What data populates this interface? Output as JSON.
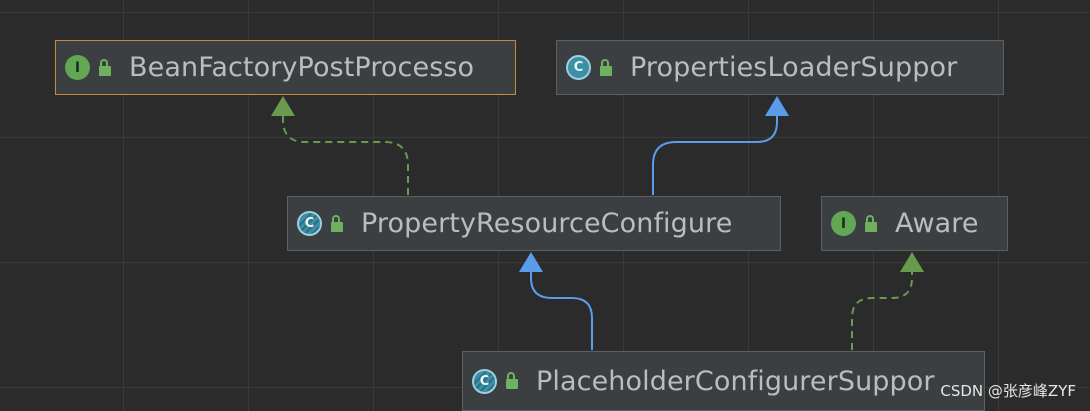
{
  "diagram": {
    "nodes": [
      {
        "id": "bfpp",
        "label": "BeanFactoryPostProcesso",
        "kind": "interface",
        "kind_letter": "I",
        "selected": true
      },
      {
        "id": "pls",
        "label": "PropertiesLoaderSuppor",
        "kind": "class",
        "kind_letter": "C",
        "selected": false
      },
      {
        "id": "prc",
        "label": "PropertyResourceConfigure",
        "kind": "abstract",
        "kind_letter": "C",
        "selected": false
      },
      {
        "id": "aware",
        "label": "Aware",
        "kind": "interface",
        "kind_letter": "I",
        "selected": false
      },
      {
        "id": "pcs",
        "label": "PlaceholderConfigurerSuppor",
        "kind": "abstract",
        "kind_letter": "C",
        "selected": false
      }
    ],
    "edges": [
      {
        "from": "prc",
        "to": "bfpp",
        "type": "implements"
      },
      {
        "from": "prc",
        "to": "pls",
        "type": "extends"
      },
      {
        "from": "pcs",
        "to": "prc",
        "type": "extends"
      },
      {
        "from": "pcs",
        "to": "aware",
        "type": "implements"
      }
    ],
    "colors": {
      "background": "#2b2b2b",
      "node_fill": "#3c3f41",
      "node_border": "#5d6063",
      "selected_border": "#c58a3e",
      "interface_icon": "#62a854",
      "class_icon": "#3d8fa5",
      "extends_edge": "#5a9bea",
      "implements_edge": "#6a9a4e",
      "label_text": "#b9bdc2"
    }
  },
  "watermark": "CSDN @张彦峰ZYF"
}
